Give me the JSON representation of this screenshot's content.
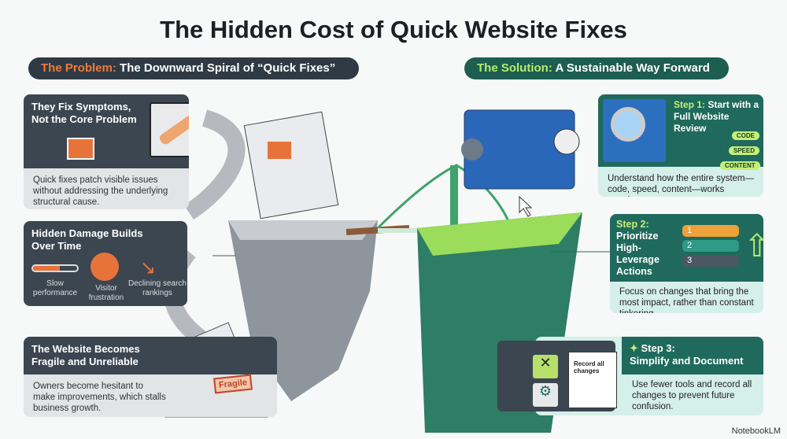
{
  "title": "The Hidden Cost of Quick Website Fixes",
  "problem": {
    "pill_highlight": "The Problem:",
    "pill_rest": " The Downward Spiral of “Quick Fixes”",
    "cards": [
      {
        "heading": "They Fix Symptoms, Not the Core Problem",
        "body": "Quick fixes patch visible issues without addressing the underlying structural cause."
      },
      {
        "heading": "Hidden Damage Builds Over Time",
        "labels": [
          "Slow performance",
          "Visitor frustration",
          "Declining search rankings"
        ]
      },
      {
        "heading": "The Website Becomes Fragile and Unreliable",
        "body": "Owners become hesitant to make improvements, which stalls business growth."
      }
    ],
    "fragile_label": "Fragile"
  },
  "solution": {
    "pill_highlight": "The Solution:",
    "pill_rest": " A Sustainable Way Forward",
    "steps": [
      {
        "step": "Step 1:",
        "heading": "Start with a Full Website Review",
        "tags": [
          "CODE",
          "SPEED",
          "CONTENT"
        ],
        "body": "Understand how the entire system—code, speed, content—works together."
      },
      {
        "step": "Step 2:",
        "heading": "Prioritize High-Leverage Actions",
        "ranks": [
          "1",
          "2",
          "3"
        ],
        "body": "Focus on changes that bring the most impact, rather than constant tinkering."
      },
      {
        "step": "Step 3:",
        "heading": "Simplify and Document",
        "note": "Record all changes",
        "body": "Use fewer tools and record all changes to prevent future confusion."
      }
    ]
  },
  "brand": "NotebookLM",
  "colors": {
    "dark": "#3b4651",
    "orange": "#f07a3a",
    "teal": "#1f6a5c",
    "lime": "#c4ef7a"
  }
}
